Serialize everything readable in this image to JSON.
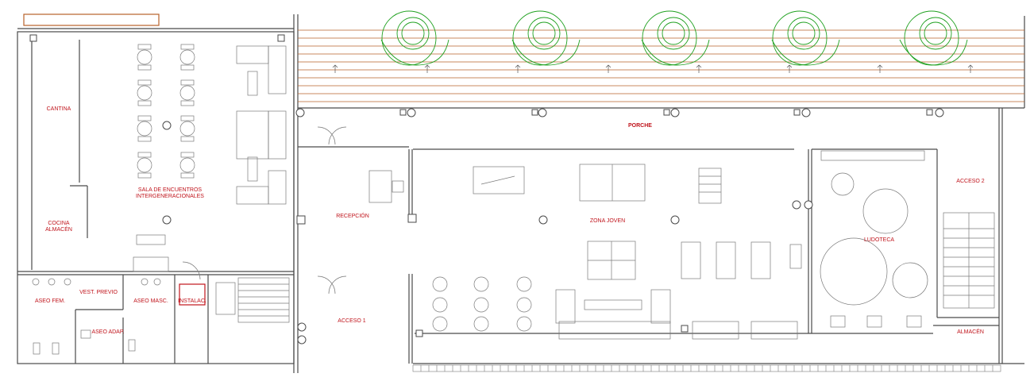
{
  "plan": {
    "rooms": {
      "cantina": "CANTINA",
      "sala_1": "SALA DE ENCUENTROS",
      "sala_2": "INTERGENERACIONALES",
      "cocina_1": "COCINA",
      "cocina_2": "ALMACÉN",
      "porche": "PORCHE",
      "recepcion": "RECEPCIÓN",
      "zona_joven": "ZONA JOVEN",
      "ludoteca": "LUDOTECA",
      "acceso_2": "ACCESO 2",
      "aseo_fem": "ASEO FEM.",
      "vest_previo": "VEST. PREVIO",
      "aseo_masc": "ASEO MASC.",
      "instalac": "INSTALAC.",
      "aseo_adap": "ASEO ADAP.",
      "acceso_1": "ACCESO 1",
      "almacen": "ALMACÉN"
    },
    "colors": {
      "wall": "#4a4a4a",
      "furniture": "#7a7a7a",
      "label": "#c0141c",
      "deck": "#b8622a",
      "tree": "#1fa01f"
    }
  }
}
